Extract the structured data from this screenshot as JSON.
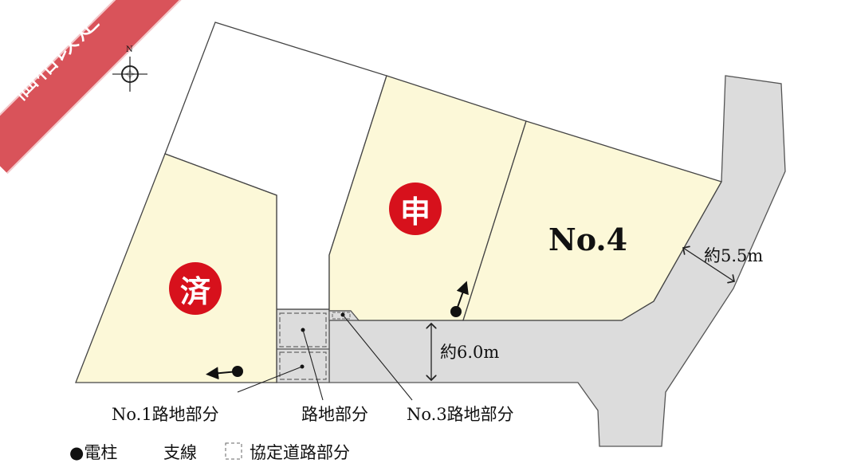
{
  "banner": "価格改定",
  "compass": {
    "north_label": "N"
  },
  "lots": [
    {
      "id": "lot-1",
      "status_mark": "済"
    },
    {
      "id": "lot-3",
      "status_mark": "申"
    },
    {
      "id": "lot-4",
      "label": "No.4"
    }
  ],
  "dimensions": {
    "road_width_main": "約6.0m",
    "road_width_side": "約5.5m"
  },
  "callouts": {
    "no1_alley": "No.1路地部分",
    "alley": "路地部分",
    "no3_alley": "No.3路地部分"
  },
  "legend": {
    "pole": "●電柱",
    "stay_wire": "支線",
    "agreement_road": "協定道路部分"
  },
  "colors": {
    "lot_fill": "#fcf8d8",
    "road_fill": "#dcdcdc",
    "mark_red": "#d7111c",
    "banner": "#d9535a"
  }
}
